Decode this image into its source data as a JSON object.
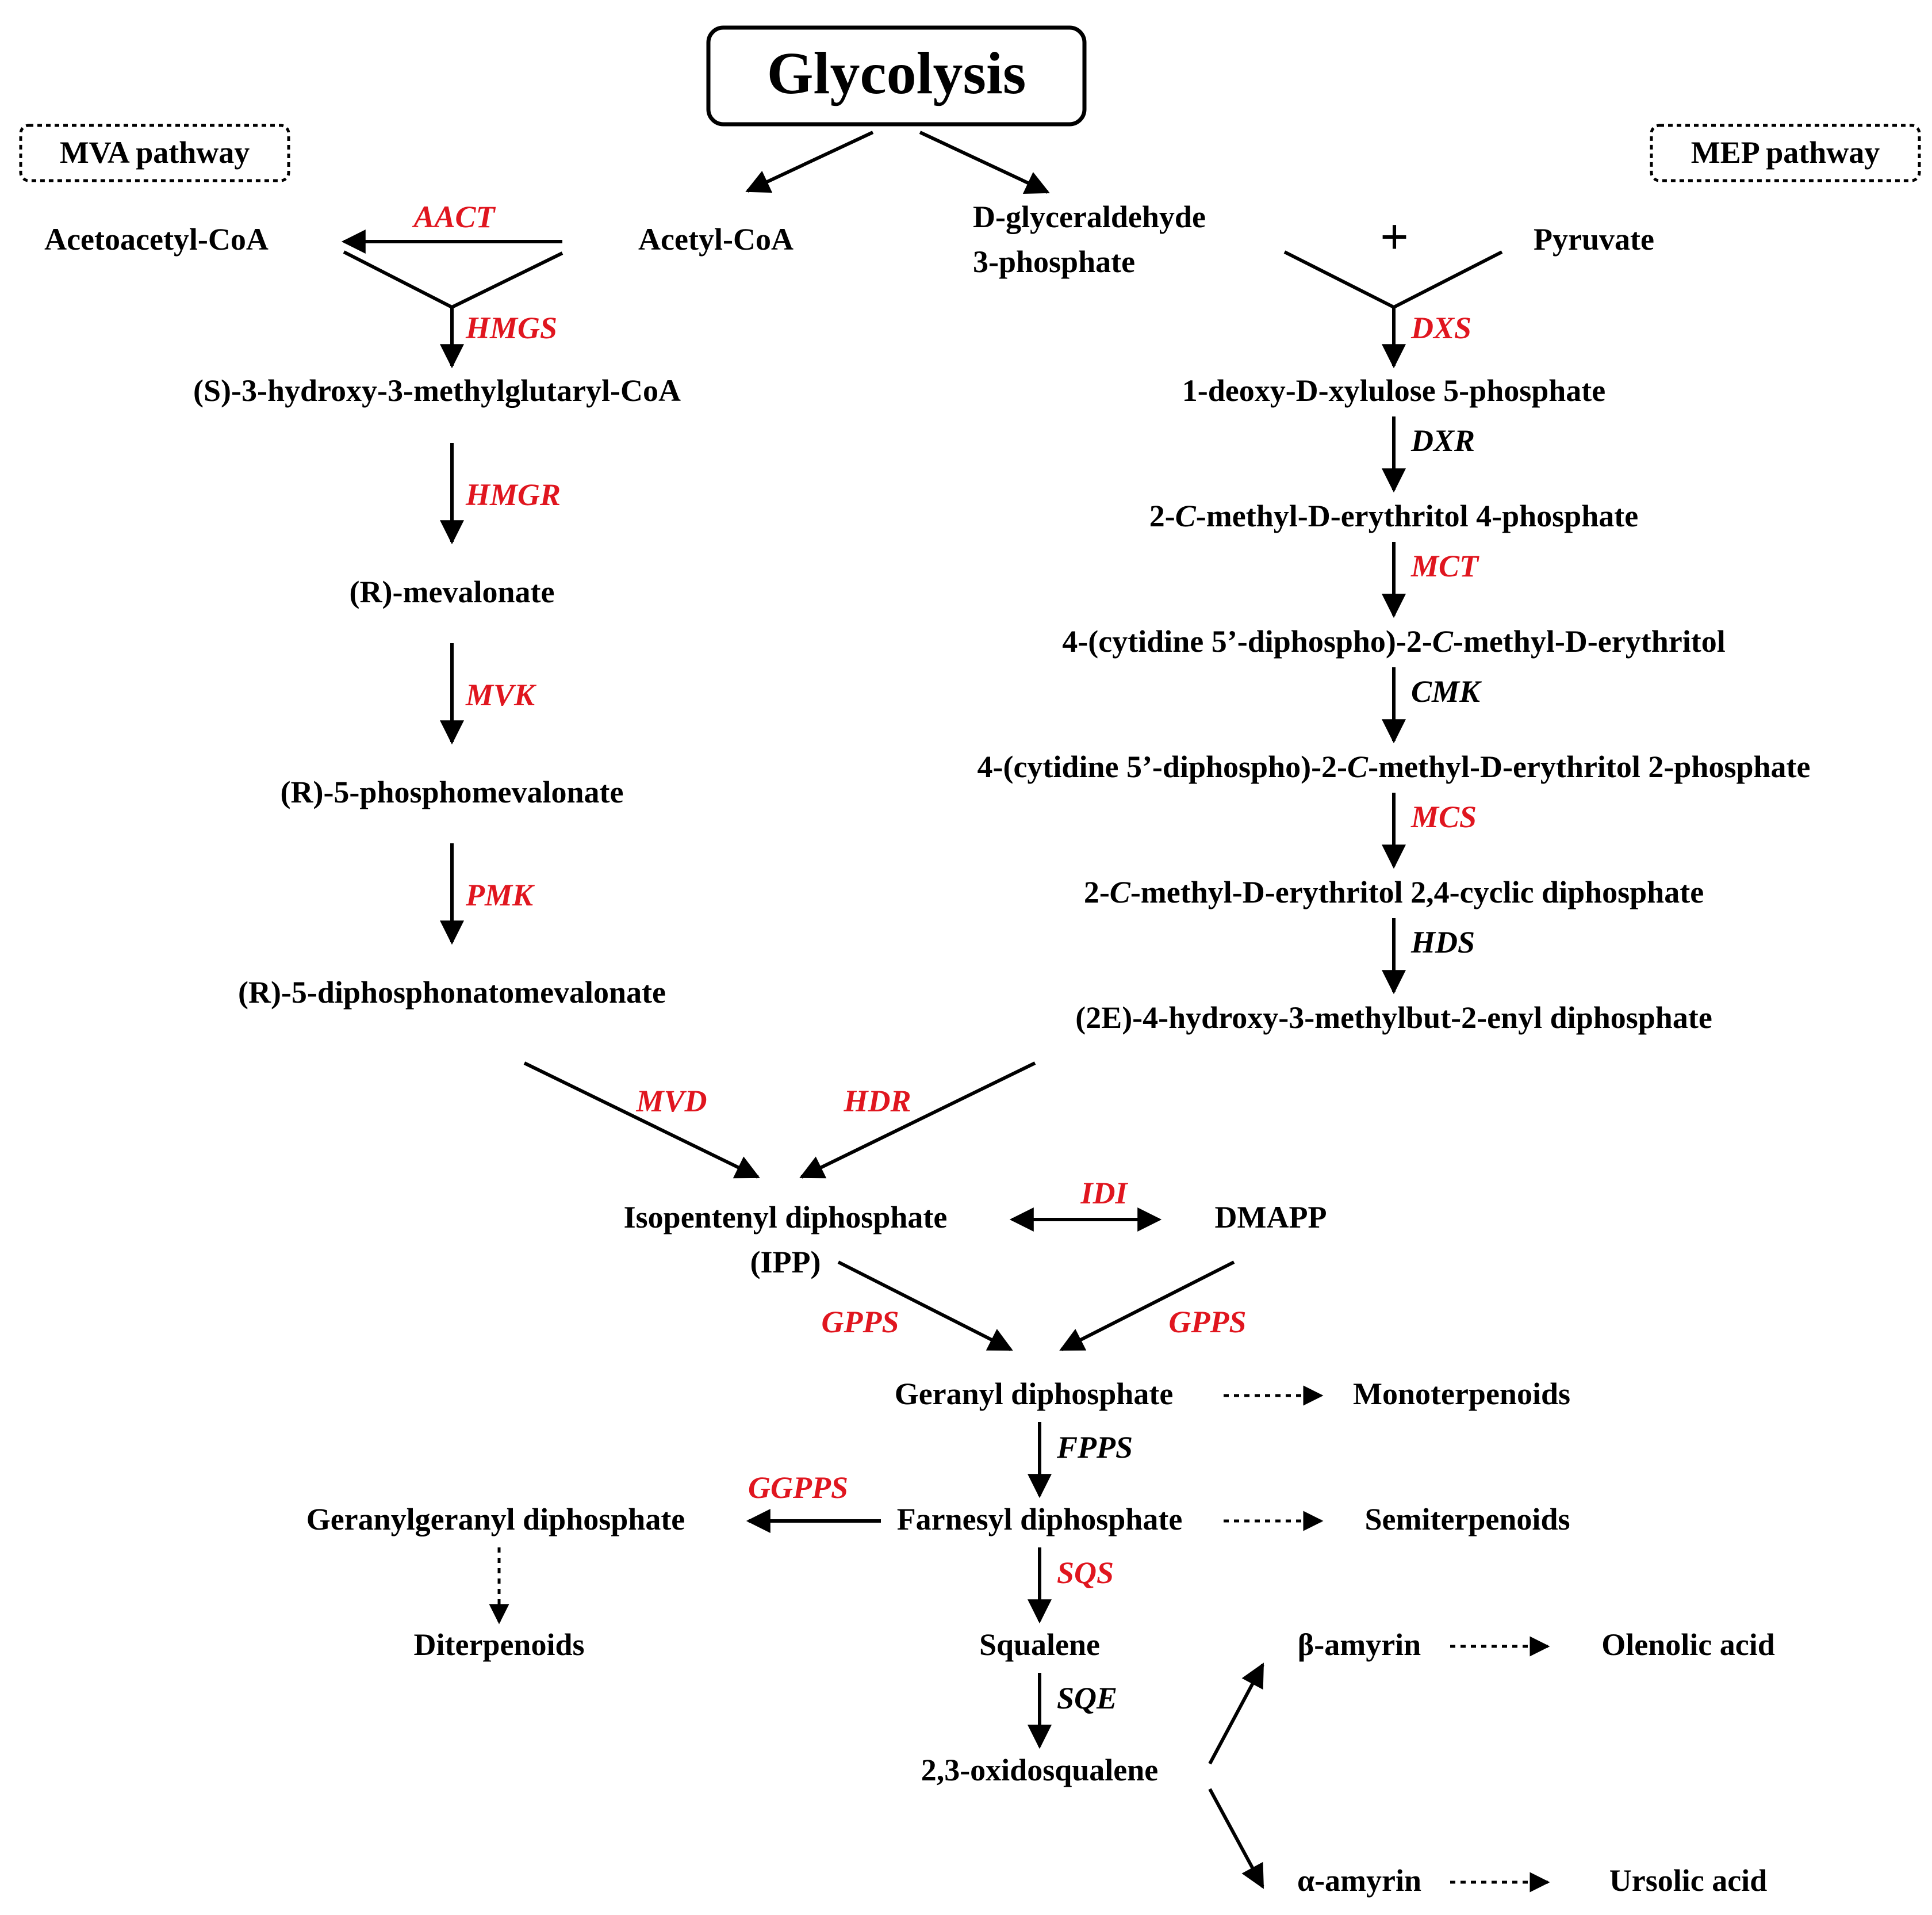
{
  "title": "Glycolysis",
  "pathway_labels": {
    "mva": "MVA pathway",
    "mep": "MEP pathway"
  },
  "colors": {
    "regulated_enzyme": "#e0161f",
    "enzyme": "#000000",
    "text": "#000000"
  },
  "mva": {
    "acetyl_coa": "Acetyl-CoA",
    "acetoacetyl_coa": "Acetoacetyl-CoA",
    "hmg_coa": "(S)-3-hydroxy-3-methylglutaryl-CoA",
    "mevalonate": "(R)-mevalonate",
    "phosphomevalonate": "(R)-5-phosphomevalonate",
    "diphosphonatomevalonate": "(R)-5-diphosphonatomevalonate",
    "enzymes": {
      "aact": "AACT",
      "hmgs": "HMGS",
      "hmgr": "HMGR",
      "mvk": "MVK",
      "pmk": "PMK",
      "mvd": "MVD"
    }
  },
  "mep": {
    "g3p_line1": "D-glyceraldehyde",
    "g3p_line2": "3-phosphate",
    "plus": "+",
    "pyruvate": "Pyruvate",
    "dxp": "1-deoxy-D-xylulose 5-phosphate",
    "mep": {
      "pre": "2-",
      "italic": "C",
      "post": "-methyl-D-erythritol 4-phosphate"
    },
    "cdp_me": {
      "pre": "4-(cytidine 5’-diphospho)-2-",
      "italic": "C",
      "post": "-methyl-D-erythritol"
    },
    "cdp_me2p": {
      "pre": "4-(cytidine 5’-diphospho)-2-",
      "italic": "C",
      "post": "-methyl-D-erythritol 2-phosphate"
    },
    "mecpp": {
      "pre": "2-",
      "italic": "C",
      "post": "-methyl-D-erythritol 2,4-cyclic diphosphate"
    },
    "hmbpp": "(2E)-4-hydroxy-3-methylbut-2-enyl diphosphate",
    "enzymes": {
      "dxs": "DXS",
      "dxr": "DXR",
      "mct": "MCT",
      "cmk": "CMK",
      "mcs": "MCS",
      "hds": "HDS",
      "hdr": "HDR"
    }
  },
  "downstream": {
    "ipp_line1": "Isopentenyl diphosphate",
    "ipp_line2": "(IPP)",
    "dmapp": "DMAPP",
    "gpp": "Geranyl diphosphate",
    "monoterpenoids": "Monoterpenoids",
    "fpp": "Farnesyl diphosphate",
    "semiterpenoids": "Semiterpenoids",
    "ggpp": "Geranylgeranyl diphosphate",
    "diterpenoids": "Diterpenoids",
    "squalene": "Squalene",
    "oxidosqualene": "2,3-oxidosqualene",
    "beta_amyrin": "β-amyrin",
    "oleanolic_acid": "Olenolic acid",
    "alpha_amyrin": "α-amyrin",
    "ursolic_acid": "Ursolic acid",
    "enzymes": {
      "idi": "IDI",
      "gpps_left": "GPPS",
      "gpps_right": "GPPS",
      "fpps": "FPPS",
      "ggpps": "GGPPS",
      "sqs": "SQS",
      "sqe": "SQE"
    }
  }
}
